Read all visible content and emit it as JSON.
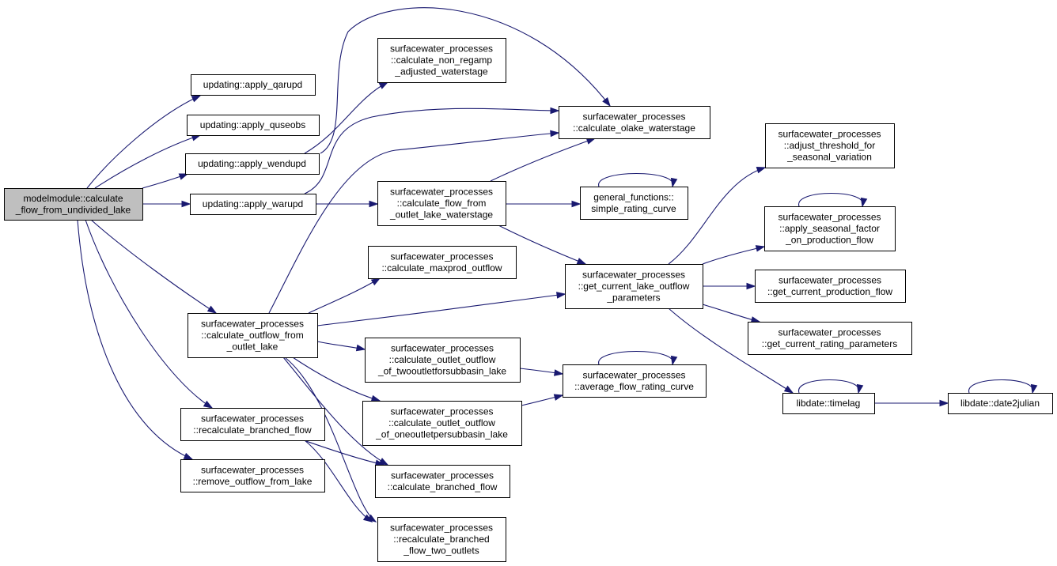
{
  "diagram": {
    "type": "call-graph",
    "edge_color": "#191970",
    "root_fill": "#bfbfbf",
    "node_fill": "#ffffff"
  },
  "nodes": {
    "root": [
      "modelmodule::calculate",
      "_flow_from_undivided_lake"
    ],
    "apply_qarupd": [
      "updating::apply_qarupd"
    ],
    "apply_quseobs": [
      "updating::apply_quseobs"
    ],
    "apply_wendupd": [
      "updating::apply_wendupd"
    ],
    "apply_warupd": [
      "updating::apply_warupd"
    ],
    "calc_non_regamp": [
      "surfacewater_processes",
      "::calculate_non_regamp",
      "_adjusted_waterstage"
    ],
    "calc_olake_ws": [
      "surfacewater_processes",
      "::calculate_olake_waterstage"
    ],
    "calc_flow_from_outlet": [
      "surfacewater_processes",
      "::calculate_flow_from",
      "_outlet_lake_waterstage"
    ],
    "simple_rating_curve": [
      "general_functions::",
      "simple_rating_curve"
    ],
    "calc_maxprod": [
      "surfacewater_processes",
      "::calculate_maxprod_outflow"
    ],
    "get_current_lake_outflow": [
      "surfacewater_processes",
      "::get_current_lake_outflow",
      "_parameters"
    ],
    "adjust_threshold": [
      "surfacewater_processes",
      "::adjust_threshold_for",
      "_seasonal_variation"
    ],
    "apply_seasonal_factor": [
      "surfacewater_processes",
      "::apply_seasonal_factor",
      "_on_production_flow"
    ],
    "get_current_production_flow": [
      "surfacewater_processes",
      "::get_current_production_flow"
    ],
    "get_current_rating_params": [
      "surfacewater_processes",
      "::get_current_rating_parameters"
    ],
    "timelag": [
      "libdate::timelag"
    ],
    "date2julian": [
      "libdate::date2julian"
    ],
    "calc_outflow_from_outlet": [
      "surfacewater_processes",
      "::calculate_outflow_from",
      "_outlet_lake"
    ],
    "calc_outlet_two": [
      "surfacewater_processes",
      "::calculate_outlet_outflow",
      "_of_twooutletforsubbasin_lake"
    ],
    "avg_flow_rating": [
      "surfacewater_processes",
      "::average_flow_rating_curve"
    ],
    "calc_outlet_one": [
      "surfacewater_processes",
      "::calculate_outlet_outflow",
      "_of_oneoutletpersubbasin_lake"
    ],
    "recalc_branched": [
      "surfacewater_processes",
      "::recalculate_branched_flow"
    ],
    "remove_outflow": [
      "surfacewater_processes",
      "::remove_outflow_from_lake"
    ],
    "calc_branched": [
      "surfacewater_processes",
      "::calculate_branched_flow"
    ],
    "recalc_branched_two": [
      "surfacewater_processes",
      "::recalculate_branched",
      "_flow_two_outlets"
    ]
  },
  "edges": [
    [
      "root",
      "apply_qarupd"
    ],
    [
      "root",
      "apply_quseobs"
    ],
    [
      "root",
      "apply_wendupd"
    ],
    [
      "root",
      "apply_warupd"
    ],
    [
      "root",
      "calc_outflow_from_outlet"
    ],
    [
      "root",
      "recalc_branched"
    ],
    [
      "root",
      "remove_outflow"
    ],
    [
      "apply_wendupd",
      "calc_non_regamp"
    ],
    [
      "apply_wendupd",
      "calc_olake_ws"
    ],
    [
      "apply_warupd",
      "calc_olake_ws"
    ],
    [
      "apply_warupd",
      "calc_flow_from_outlet"
    ],
    [
      "calc_flow_from_outlet",
      "calc_olake_ws"
    ],
    [
      "calc_flow_from_outlet",
      "simple_rating_curve"
    ],
    [
      "calc_flow_from_outlet",
      "get_current_lake_outflow"
    ],
    [
      "simple_rating_curve",
      "simple_rating_curve"
    ],
    [
      "get_current_lake_outflow",
      "adjust_threshold"
    ],
    [
      "get_current_lake_outflow",
      "apply_seasonal_factor"
    ],
    [
      "get_current_lake_outflow",
      "get_current_production_flow"
    ],
    [
      "get_current_lake_outflow",
      "get_current_rating_params"
    ],
    [
      "get_current_lake_outflow",
      "timelag"
    ],
    [
      "apply_seasonal_factor",
      "apply_seasonal_factor"
    ],
    [
      "timelag",
      "timelag"
    ],
    [
      "timelag",
      "date2julian"
    ],
    [
      "date2julian",
      "date2julian"
    ],
    [
      "calc_outflow_from_outlet",
      "calc_olake_ws"
    ],
    [
      "calc_outflow_from_outlet",
      "calc_maxprod"
    ],
    [
      "calc_outflow_from_outlet",
      "get_current_lake_outflow"
    ],
    [
      "calc_outflow_from_outlet",
      "calc_outlet_two"
    ],
    [
      "calc_outflow_from_outlet",
      "calc_outlet_one"
    ],
    [
      "calc_outflow_from_outlet",
      "calc_branched"
    ],
    [
      "calc_outflow_from_outlet",
      "recalc_branched_two"
    ],
    [
      "calc_outlet_two",
      "avg_flow_rating"
    ],
    [
      "calc_outlet_one",
      "avg_flow_rating"
    ],
    [
      "avg_flow_rating",
      "avg_flow_rating"
    ],
    [
      "recalc_branched",
      "calc_branched"
    ],
    [
      "recalc_branched",
      "recalc_branched_two"
    ]
  ]
}
